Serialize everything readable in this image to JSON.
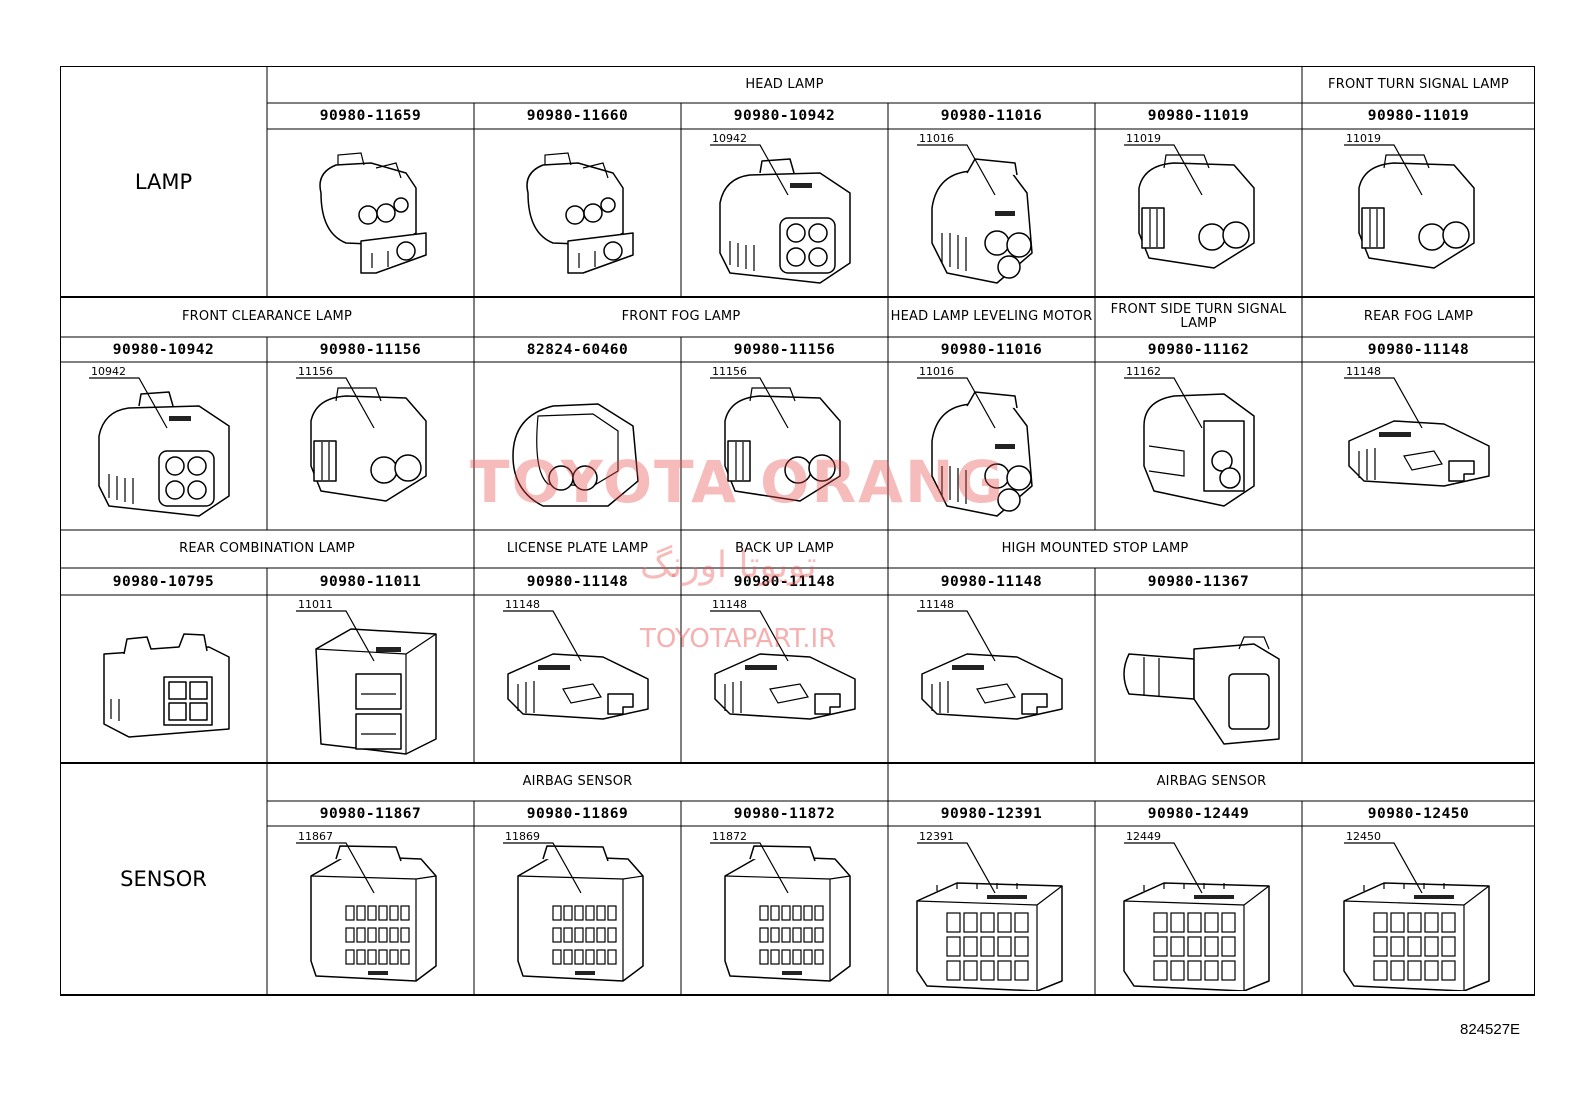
{
  "sections": [
    {
      "label": "LAMP",
      "rows": [
        {
          "groups": [
            {
              "label": "HEAD LAMP",
              "span": 5
            },
            {
              "label": "FRONT TURN SIGNAL LAMP",
              "span": 1
            }
          ],
          "cells": [
            {
              "part": "90980-11659",
              "icon": "head-lamp-connector-icon",
              "callout": ""
            },
            {
              "part": "90980-11660",
              "icon": "head-lamp-connector-icon",
              "callout": ""
            },
            {
              "part": "90980-10942",
              "icon": "four-pin-connector-icon",
              "callout": "10942"
            },
            {
              "part": "90980-11016",
              "icon": "three-pin-round-connector-icon",
              "callout": "11016"
            },
            {
              "part": "90980-11019",
              "icon": "two-pin-round-connector-icon",
              "callout": "11019"
            },
            {
              "part": "90980-11019",
              "icon": "two-pin-round-connector-icon",
              "callout": "11019"
            }
          ]
        }
      ]
    },
    {
      "label": "",
      "rows": [
        {
          "groups": [
            {
              "label": "FRONT CLEARANCE LAMP",
              "span": 2
            },
            {
              "label": "FRONT FOG LAMP",
              "span": 2
            },
            {
              "label": "HEAD LAMP LEVELING MOTOR",
              "span": 1
            },
            {
              "label": "FRONT SIDE TURN SIGNAL LAMP",
              "span": 1
            },
            {
              "label": "REAR FOG LAMP",
              "span": 1
            }
          ],
          "cells": [
            {
              "part": "90980-10942",
              "icon": "four-pin-connector-icon",
              "callout": "10942"
            },
            {
              "part": "90980-11156",
              "icon": "two-pin-round-connector-icon",
              "callout": "11156"
            },
            {
              "part": "82824-60460",
              "icon": "fog-lamp-connector-icon",
              "callout": ""
            },
            {
              "part": "90980-11156",
              "icon": "two-pin-round-connector-icon",
              "callout": "11156"
            },
            {
              "part": "90980-11016",
              "icon": "three-pin-round-connector-icon",
              "callout": "11016"
            },
            {
              "part": "90980-11162",
              "icon": "side-turn-connector-icon",
              "callout": "11162"
            },
            {
              "part": "90980-11148",
              "icon": "flat-two-pin-connector-icon",
              "callout": "11148"
            }
          ]
        },
        {
          "groups": [
            {
              "label": "REAR COMBINATION LAMP",
              "span": 2
            },
            {
              "label": "LICENSE PLATE LAMP",
              "span": 1
            },
            {
              "label": "BACK UP LAMP",
              "span": 1
            },
            {
              "label": "HIGH MOUNTED STOP LAMP",
              "span": 2
            },
            {
              "label": "",
              "span": 1
            }
          ],
          "cells": [
            {
              "part": "90980-10795",
              "icon": "four-square-pin-connector-icon",
              "callout": ""
            },
            {
              "part": "90980-11011",
              "icon": "box-connector-icon",
              "callout": "11011"
            },
            {
              "part": "90980-11148",
              "icon": "flat-two-pin-connector-icon",
              "callout": "11148"
            },
            {
              "part": "90980-11148",
              "icon": "flat-two-pin-connector-icon",
              "callout": "11148"
            },
            {
              "part": "90980-11148",
              "icon": "flat-two-pin-connector-icon",
              "callout": "11148"
            },
            {
              "part": "90980-11367",
              "icon": "plug-connector-icon",
              "callout": ""
            },
            {
              "part": "",
              "icon": "",
              "callout": ""
            }
          ]
        }
      ]
    },
    {
      "label": "SENSOR",
      "rows": [
        {
          "groups": [
            {
              "label": "AIRBAG SENSOR",
              "span": 3
            },
            {
              "label": "AIRBAG SENSOR",
              "span": 3
            }
          ],
          "cells": [
            {
              "part": "90980-11867",
              "icon": "multi-pin-connector-icon",
              "callout": "11867"
            },
            {
              "part": "90980-11869",
              "icon": "multi-pin-connector-icon",
              "callout": "11869"
            },
            {
              "part": "90980-11872",
              "icon": "multi-pin-connector-icon",
              "callout": "11872"
            },
            {
              "part": "90980-12391",
              "icon": "grid-connector-icon",
              "callout": "12391"
            },
            {
              "part": "90980-12449",
              "icon": "grid-connector-icon",
              "callout": "12449"
            },
            {
              "part": "90980-12450",
              "icon": "grid-connector-icon",
              "callout": "12450"
            }
          ]
        }
      ]
    }
  ],
  "watermark": {
    "main": "TOYOTA ORANG",
    "fa": "تویوتا اورنگ",
    "url": "TOYOTAPART.IR"
  },
  "figure_code": "824527E"
}
